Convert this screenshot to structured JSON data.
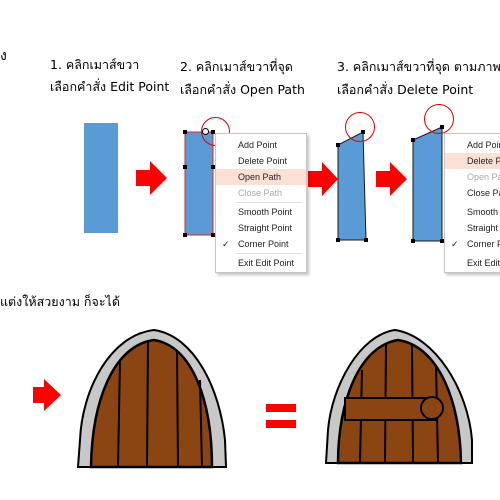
{
  "header": {
    "left_fragment": "ง",
    "step1_line1": "1. คลิกเมาส์ขวา",
    "step1_line2": "เลือกคำสั่ง Edit Point",
    "step2_line1": "2. คลิกเมาส์ขวาที่จุด",
    "step2_line2": "เลือกคำสั่ง Open Path",
    "step3_line1": "3. คลิกเมาส์ขวาที่จุด ตามภาพ",
    "step3_line2": "เลือกคำสั่ง Delete Point"
  },
  "menu1": {
    "items": [
      {
        "label": "Add Point",
        "state": "normal"
      },
      {
        "label": "Delete Point",
        "state": "normal"
      },
      {
        "label": "Open Path",
        "state": "highlighted"
      },
      {
        "label": "Close Path",
        "state": "disabled"
      },
      {
        "label": "Smooth Point",
        "state": "normal"
      },
      {
        "label": "Straight Point",
        "state": "normal"
      },
      {
        "label": "Corner Point",
        "state": "checked"
      },
      {
        "label": "Exit Edit Point",
        "state": "normal"
      }
    ]
  },
  "menu2": {
    "items": [
      {
        "label": "Add Poin",
        "state": "normal"
      },
      {
        "label": "Delete Po",
        "state": "highlighted"
      },
      {
        "label": "Open Pa",
        "state": "disabled"
      },
      {
        "label": "Close Pat",
        "state": "normal"
      },
      {
        "label": "Smooth P",
        "state": "normal"
      },
      {
        "label": "Straight P",
        "state": "normal"
      },
      {
        "label": "Corner Po",
        "state": "checked"
      },
      {
        "label": "Exit Edit P",
        "state": "normal"
      }
    ]
  },
  "bottom": {
    "caption": "แต่งให้สวยงาม ก็จะได้"
  },
  "colors": {
    "shape_fill": "#5b9bd5",
    "arrow": "#ff0000",
    "highlight_circle": "#e00000",
    "menu_highlight": "#fde0d4",
    "door_wood": "#8b4513",
    "door_frame": "#c8c8c8"
  }
}
